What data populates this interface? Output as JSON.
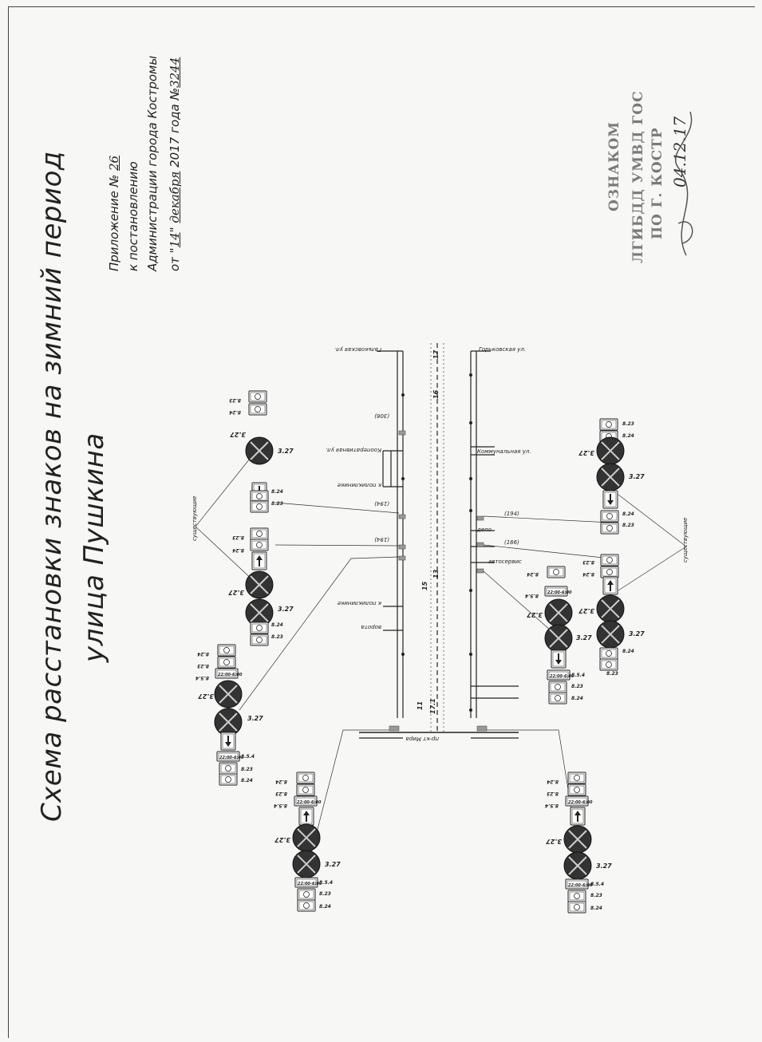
{
  "title": {
    "line1": "Схема расстановки знаков на зимний период",
    "line2": "улица Пушкина"
  },
  "header": {
    "line1_prefix": "Приложение №",
    "line1_num": "26",
    "line2": "к постановлению",
    "line3": "Администрации города Костромы",
    "line4_prefix": "от \"",
    "line4_day": "14",
    "line4_mid": "\"",
    "line4_month": "декабря",
    "line4_year": "2017 года №",
    "line4_num": "3244"
  },
  "stamp": {
    "line1": "ОЗНАКОМ",
    "line2": "ЛГИБДД УМВД ГОС",
    "line3": "ПО Г. КОСТР",
    "date": "04.12.17"
  },
  "streets": {
    "gorkogo": "Горьковская ул.",
    "gorkogo_top": "Гальковская ул.",
    "kooperativnaya": "Кооперативная ул.",
    "kommunalnaya": "Коммунальная ул.",
    "pr_mira": "пр-кт Мира",
    "k_polyclinic1": "к поликлинике",
    "k_polyclinic2": "к поликлинике",
    "vorota": "ворота",
    "depo": "депо",
    "avtoservis": "автосервис"
  },
  "buildings": {
    "b306": "(306)",
    "b194a": "(194)",
    "b194b": "(194)",
    "b194c": "(194)",
    "b166": "(166)"
  },
  "signs": {
    "s327": "3.27",
    "s824": "8.24",
    "s823": "8.23",
    "s854": "8.5.4",
    "time": "22:00-6:00",
    "note": "существующие"
  },
  "dims": {
    "d17": "17",
    "d16": "16",
    "d15": "15",
    "d13": "13",
    "d11": "11",
    "d171": "17.1"
  }
}
